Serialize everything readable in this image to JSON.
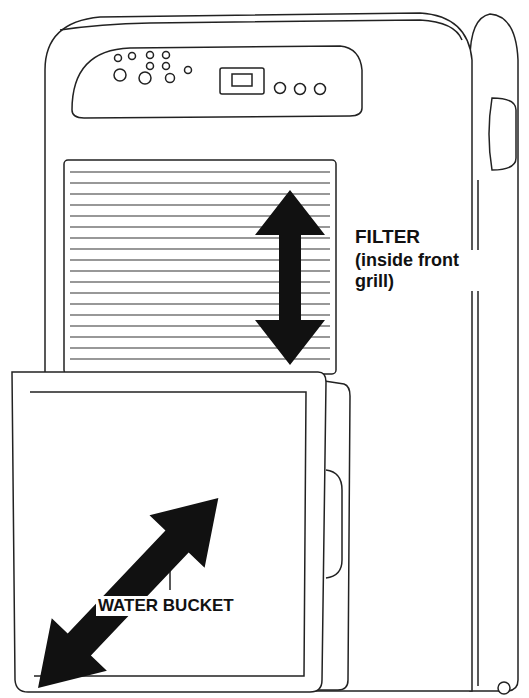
{
  "diagram": {
    "labels": [
      "FILTER",
      "(inside front grill)",
      "WATER BUCKET"
    ]
  }
}
